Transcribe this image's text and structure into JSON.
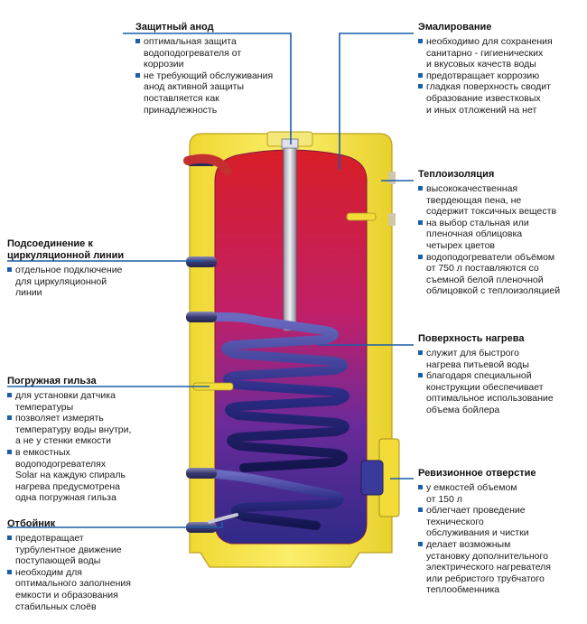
{
  "callouts": {
    "anode": {
      "title": "Защитный анод",
      "items": [
        {
          "lines": [
            "оптимальная защита",
            "водоподогревателя от",
            "коррозии"
          ]
        },
        {
          "lines": [
            "не требующий обслуживания",
            "анод активной защиты",
            "поставляется как",
            "принадлежность"
          ]
        }
      ]
    },
    "enamel": {
      "title": "Эмалирование",
      "items": [
        {
          "lines": [
            "необходимо для сохранения",
            "санитарно - гигиенических",
            "и вкусовых качеств воды"
          ]
        },
        {
          "lines": [
            "предотвращает коррозию"
          ]
        },
        {
          "lines": [
            "гладкая поверхность сводит",
            "образование известковых",
            "и иных отложений на нет"
          ]
        }
      ]
    },
    "insulation": {
      "title": "Теплоизоляция",
      "items": [
        {
          "lines": [
            "высококачественная",
            "твердеющая пена, не",
            "содержит токсичных веществ"
          ]
        },
        {
          "lines": [
            "на выбор стальная или",
            "пленочная облицовка",
            "четырех цветов"
          ]
        },
        {
          "lines": [
            "водоподогреватели объёмом",
            "от 750 л поставляются со",
            "съемной белой пленочной",
            "облицовкой с теплоизоляцией"
          ]
        }
      ]
    },
    "circulation": {
      "title_lines": [
        "Подсоединение к",
        "циркуляционной линии"
      ],
      "items": [
        {
          "lines": [
            "отдельное подключение",
            "для циркуляционной",
            "линии"
          ]
        }
      ]
    },
    "heating": {
      "title": "Поверхность нагрева",
      "items": [
        {
          "lines": [
            "служит для быстрого",
            "нагрева питьевой воды"
          ]
        },
        {
          "lines": [
            "благодаря специальной",
            "конструкции обеспечивает",
            "оптимальное использование",
            "объема бойлера"
          ]
        }
      ]
    },
    "sleeve": {
      "title": "Погружная гильза",
      "items": [
        {
          "lines": [
            "для установки датчика",
            "температуры"
          ]
        },
        {
          "lines": [
            "позволяет измерять",
            "температуру воды внутри,",
            "а не у стенки емкости"
          ]
        },
        {
          "lines": [
            "в емкостных",
            "водоподогревателях",
            "Solar на каждую спираль",
            "нагрева предусмотрена",
            "одна погружная гильза"
          ]
        }
      ]
    },
    "inspection": {
      "title": "Ревизионное отверстие",
      "items": [
        {
          "lines": [
            "у емкостей объемом",
            "от 150 л"
          ]
        },
        {
          "lines": [
            "облегчает проведение",
            "технического",
            "обслуживания и чистки"
          ]
        },
        {
          "lines": [
            "делает возможным",
            "установку дополнительного",
            "электрического нагревателя",
            "или ребристого трубчатого",
            "теплообменника"
          ]
        }
      ]
    },
    "baffle": {
      "title": "Отбойник",
      "items": [
        {
          "lines": [
            "предотвращает",
            "турбулентное движение",
            "поступающей воды"
          ]
        },
        {
          "lines": [
            "необходим для",
            "оптимального заполнения",
            "емкости и образования",
            "стабильных слоёв"
          ]
        }
      ]
    }
  },
  "colors": {
    "jacket": "#f3e24a",
    "tank_top": "#d41c24",
    "tank_bottom": "#3b2a8c",
    "coil": "#2a2a80",
    "leader": "#1a5fa8",
    "pipe": "#5a5a8a",
    "anode": "#c8c8d0"
  }
}
